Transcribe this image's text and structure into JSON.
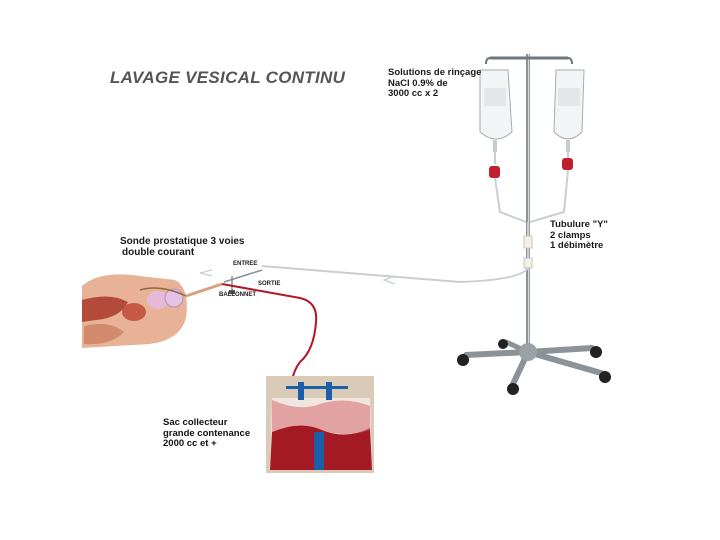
{
  "title": "LAVAGE VESICAL CONTINU",
  "solutions": {
    "lines": [
      "Solutions de rinçage",
      "NaCl 0.9% de",
      "3000 cc x 2"
    ]
  },
  "tubulure": {
    "lines": [
      "Tubulure \"Y\"",
      "2 clamps",
      "1 débimètre"
    ]
  },
  "sonde": {
    "line1": "Sonde prostatique 3 voies",
    "line2": "double courant"
  },
  "catheter_labels": {
    "entree": "ENTREE",
    "sortie": "SORTIE",
    "ballonnet": "BALLONNET"
  },
  "sac": {
    "lines": [
      "Sac collecteur",
      "grande contenance",
      "2000 cc et +"
    ]
  },
  "colors": {
    "drainage_tube": "#b0182a",
    "inflow_tube": "#c9ced2",
    "pole": "#7d868c",
    "bag_blood": "#a31a24",
    "anatomy_flesh": "#e8b296"
  }
}
